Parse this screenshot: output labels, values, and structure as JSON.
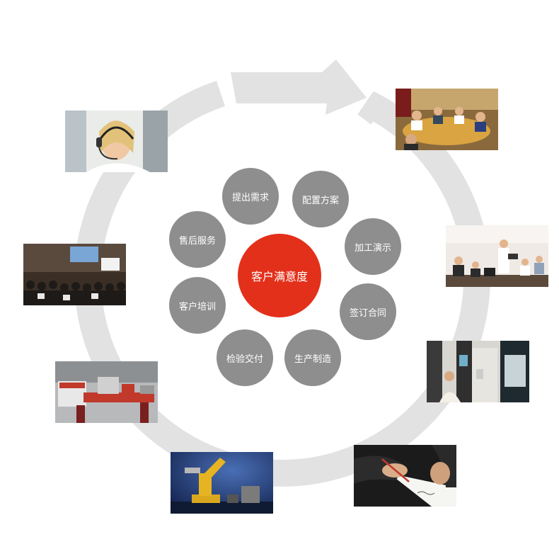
{
  "center": {
    "label": "客户满意度",
    "color": "#e3301b"
  },
  "steps": [
    {
      "id": "requirement",
      "label": "提出需求"
    },
    {
      "id": "plan",
      "label": "配置方案"
    },
    {
      "id": "demo",
      "label": "加工演示"
    },
    {
      "id": "contract",
      "label": "签订合同"
    },
    {
      "id": "production",
      "label": "生产制造"
    },
    {
      "id": "delivery",
      "label": "检验交付"
    },
    {
      "id": "training",
      "label": "客户培训"
    },
    {
      "id": "aftersales",
      "label": "售后服务"
    }
  ],
  "colors": {
    "step": "#8e8e8e",
    "ring": "#e2e2e2",
    "accent": "#e3301b"
  },
  "photos": [
    {
      "id": "customer-service",
      "subject": "headset-operator"
    },
    {
      "id": "meeting",
      "subject": "conference-table"
    },
    {
      "id": "presentation",
      "subject": "office-demo"
    },
    {
      "id": "machine-hall",
      "subject": "cnc-machines"
    },
    {
      "id": "signing",
      "subject": "hand-signing"
    },
    {
      "id": "robot",
      "subject": "industrial-robot"
    },
    {
      "id": "lathe",
      "subject": "lathe-machine"
    },
    {
      "id": "training-hall",
      "subject": "auditorium"
    }
  ]
}
